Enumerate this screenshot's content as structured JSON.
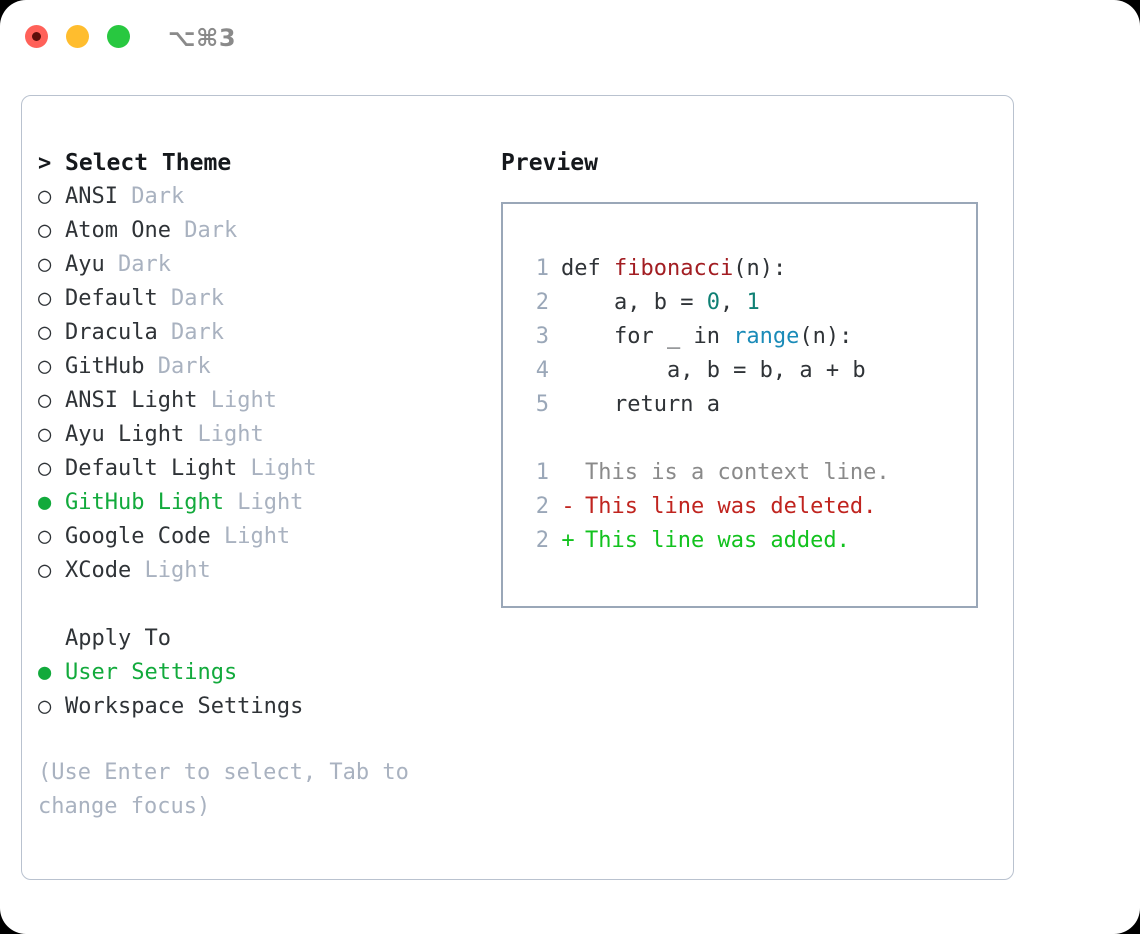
{
  "window": {
    "shortcut": "⌥⌘3",
    "traffic_lights": [
      {
        "name": "close-button",
        "color": "#ff6159"
      },
      {
        "name": "minimize-button",
        "color": "#ffbd2e"
      },
      {
        "name": "maximize-button",
        "color": "#28c840"
      }
    ]
  },
  "accent": {
    "selected_green": "#12aa3c",
    "muted_gray": "#a9b2c0",
    "border": "#9aa7b8"
  },
  "theme_list": {
    "prompt": ">",
    "header": "Select Theme",
    "marker_unselected": "○",
    "marker_selected": "●",
    "items": [
      {
        "name": "ANSI",
        "variant": "Dark",
        "selected": false
      },
      {
        "name": "Atom One",
        "variant": "Dark",
        "selected": false
      },
      {
        "name": "Ayu",
        "variant": "Dark",
        "selected": false
      },
      {
        "name": "Default",
        "variant": "Dark",
        "selected": false
      },
      {
        "name": "Dracula",
        "variant": "Dark",
        "selected": false
      },
      {
        "name": "GitHub",
        "variant": "Dark",
        "selected": false
      },
      {
        "name": "ANSI Light",
        "variant": "Light",
        "selected": false
      },
      {
        "name": "Ayu Light",
        "variant": "Light",
        "selected": false
      },
      {
        "name": "Default Light",
        "variant": "Light",
        "selected": false
      },
      {
        "name": "GitHub Light",
        "variant": "Light",
        "selected": true
      },
      {
        "name": "Google Code",
        "variant": "Light",
        "selected": false
      },
      {
        "name": "XCode",
        "variant": "Light",
        "selected": false
      }
    ]
  },
  "apply_to": {
    "label": "Apply To",
    "options": [
      {
        "name": "User Settings",
        "selected": true
      },
      {
        "name": "Workspace Settings",
        "selected": false
      }
    ]
  },
  "hint": "(Use Enter to select, Tab to change focus)",
  "preview": {
    "title": "Preview",
    "code_lines": [
      {
        "lineno": "1",
        "tokens": [
          {
            "text": "def ",
            "kind": "kw"
          },
          {
            "text": "fibonacci",
            "kind": "fn"
          },
          {
            "text": "(n):",
            "kind": "punc"
          }
        ]
      },
      {
        "lineno": "2",
        "tokens": [
          {
            "text": "    a, b = ",
            "kind": "kw"
          },
          {
            "text": "0",
            "kind": "num"
          },
          {
            "text": ", ",
            "kind": "punc"
          },
          {
            "text": "1",
            "kind": "num"
          }
        ]
      },
      {
        "lineno": "3",
        "tokens": [
          {
            "text": "    for _ in ",
            "kind": "kw"
          },
          {
            "text": "range",
            "kind": "call"
          },
          {
            "text": "(n):",
            "kind": "punc"
          }
        ]
      },
      {
        "lineno": "4",
        "tokens": [
          {
            "text": "        a, b = b, a + b",
            "kind": "kw"
          }
        ]
      },
      {
        "lineno": "5",
        "tokens": [
          {
            "text": "    return a",
            "kind": "kw"
          }
        ]
      }
    ],
    "diff_lines": [
      {
        "lineno": "1",
        "sign": "",
        "text": "This is a context line.",
        "kind": "context"
      },
      {
        "lineno": "2",
        "sign": "-",
        "text": "This line was deleted.",
        "kind": "del"
      },
      {
        "lineno": "2",
        "sign": "+",
        "text": "This line was added.",
        "kind": "add"
      }
    ]
  }
}
